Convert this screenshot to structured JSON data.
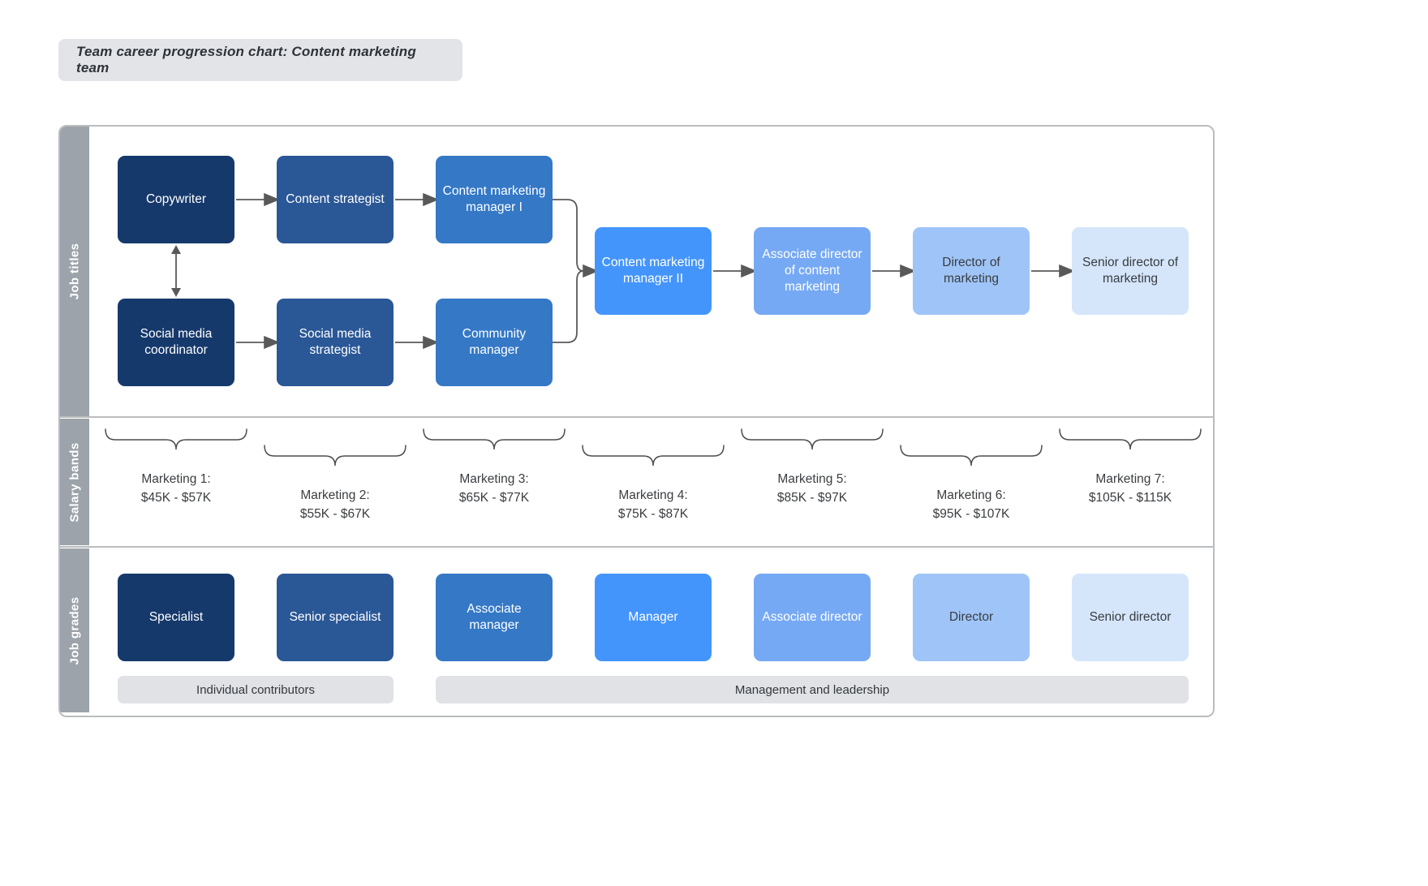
{
  "title": "Team career progression chart: Content marketing team",
  "sections": {
    "job_titles": "Job titles",
    "salary_bands": "Salary bands",
    "job_grades": "Job grades"
  },
  "palette": [
    "#16396b",
    "#2a5796",
    "#3478c6",
    "#4495fb",
    "#76a9f4",
    "#9fc5f8",
    "#d5e6fb"
  ],
  "text_colors": {
    "light": "#ffffff",
    "dark": "#383c40"
  },
  "job_titles": {
    "track_a": [
      "Copywriter",
      "Content strategist",
      "Content marketing manager I"
    ],
    "track_b": [
      "Social media coordinator",
      "Social media strategist",
      "Community manager"
    ],
    "shared": [
      "Content marketing manager II",
      "Associate director of content marketing",
      "Director of marketing",
      "Senior director of marketing"
    ]
  },
  "salary_bands": [
    {
      "name": "Marketing 1:",
      "range": "$45K - $57K"
    },
    {
      "name": "Marketing 2:",
      "range": "$55K - $67K"
    },
    {
      "name": "Marketing 3:",
      "range": "$65K - $77K"
    },
    {
      "name": "Marketing 4:",
      "range": "$75K - $87K"
    },
    {
      "name": "Marketing 5:",
      "range": "$85K - $97K"
    },
    {
      "name": "Marketing 6:",
      "range": "$95K - $107K"
    },
    {
      "name": "Marketing 7:",
      "range": "$105K - $115K"
    }
  ],
  "job_grades": [
    "Specialist",
    "Senior specialist",
    "Associate manager",
    "Manager",
    "Associate director",
    "Director",
    "Senior director"
  ],
  "grade_groups": [
    {
      "label": "Individual contributors",
      "start": 0,
      "end": 1
    },
    {
      "label": "Management and leadership",
      "start": 2,
      "end": 6
    }
  ]
}
